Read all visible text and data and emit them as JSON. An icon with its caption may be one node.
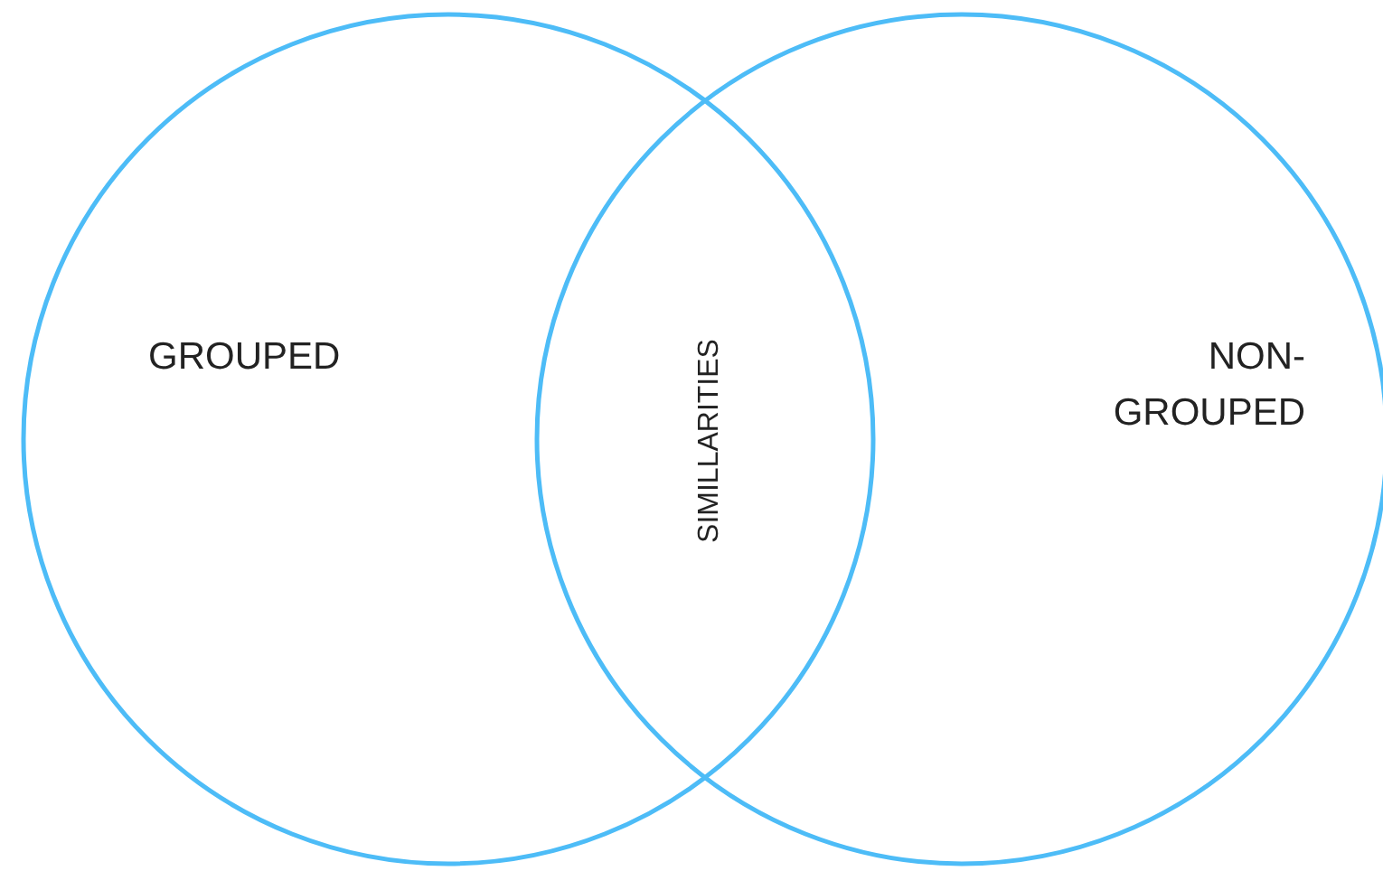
{
  "diagram": {
    "nodes": [
      {
        "text": [
          "GROUPED"
        ]
      },
      {
        "text": [
          "NON-GROUPED"
        ]
      }
    ],
    "labels": [
      "SIMILLARITIES"
    ]
  }
}
